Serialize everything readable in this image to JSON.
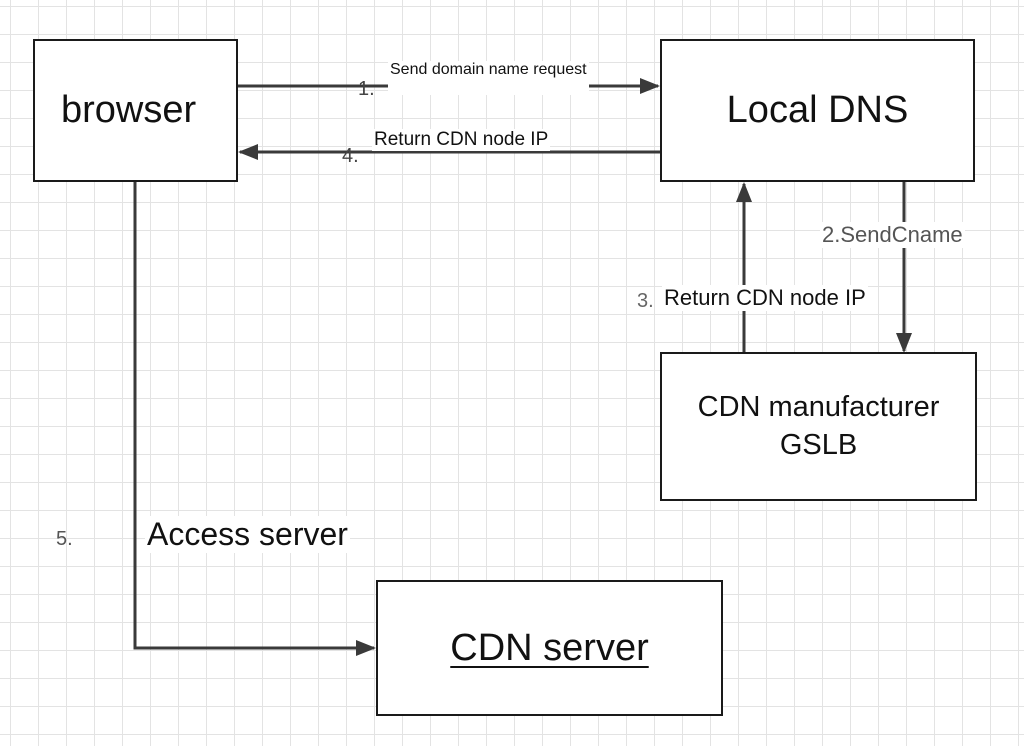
{
  "nodes": {
    "browser": "browser",
    "local_dns": "Local DNS",
    "gslb_line1": "CDN manufacturer",
    "gslb_line2": "GSLB",
    "cdn_server": "CDN server"
  },
  "steps": {
    "s1_num": "1.",
    "s1_text": "Send domain name request",
    "s2_text": "2.SendCname",
    "s3_num": "3.",
    "s3_text": "Return CDN node IP",
    "s4_num": "4.",
    "s4_text": "Return CDN node IP",
    "s5_num": "5.",
    "s5_text": "Access server"
  },
  "colors": {
    "box_border": "#1a1a1a",
    "arrow": "#3a3a3a",
    "grid": "#e3e3e3"
  }
}
